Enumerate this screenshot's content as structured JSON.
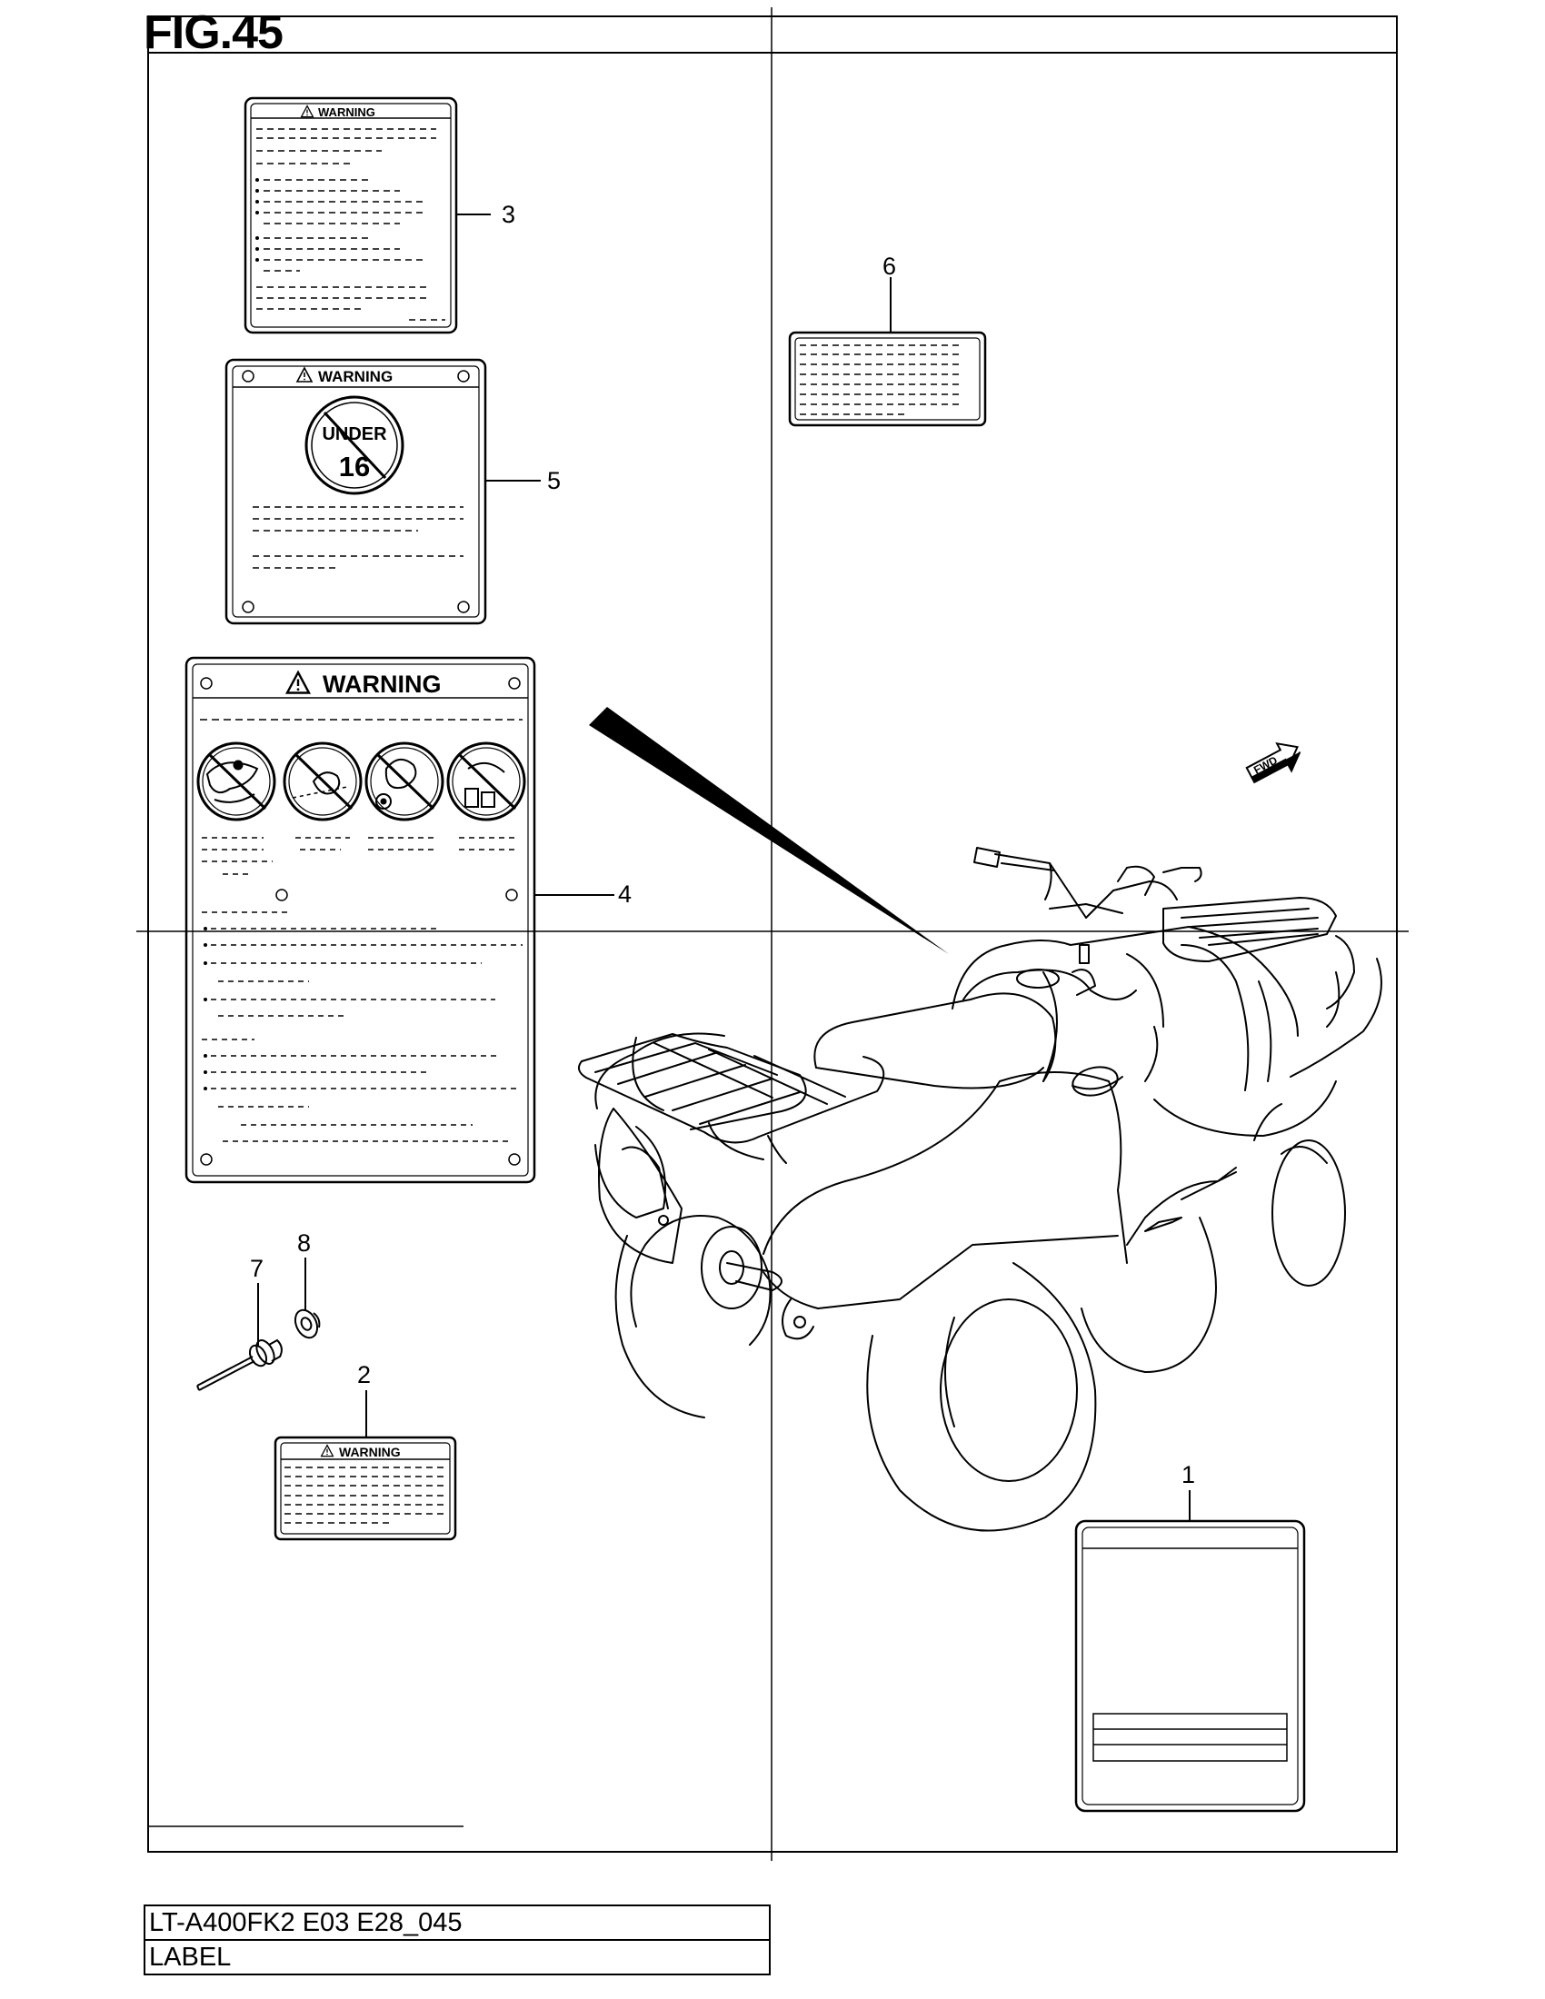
{
  "figure": {
    "label": "FIG.45"
  },
  "callouts": [
    {
      "number": "1"
    },
    {
      "number": "2"
    },
    {
      "number": "3"
    },
    {
      "number": "4"
    },
    {
      "number": "5"
    },
    {
      "number": "6"
    },
    {
      "number": "7"
    },
    {
      "number": "8"
    }
  ],
  "labels": {
    "warning_text": "WARNING",
    "under_text": "UNDER",
    "age_text": "16",
    "fwd_text": "FWD"
  },
  "title_block": {
    "model": "LT-A400FK2 E03 E28_045",
    "name": "LABEL"
  },
  "colors": {
    "line": "#000000",
    "background": "#ffffff"
  }
}
